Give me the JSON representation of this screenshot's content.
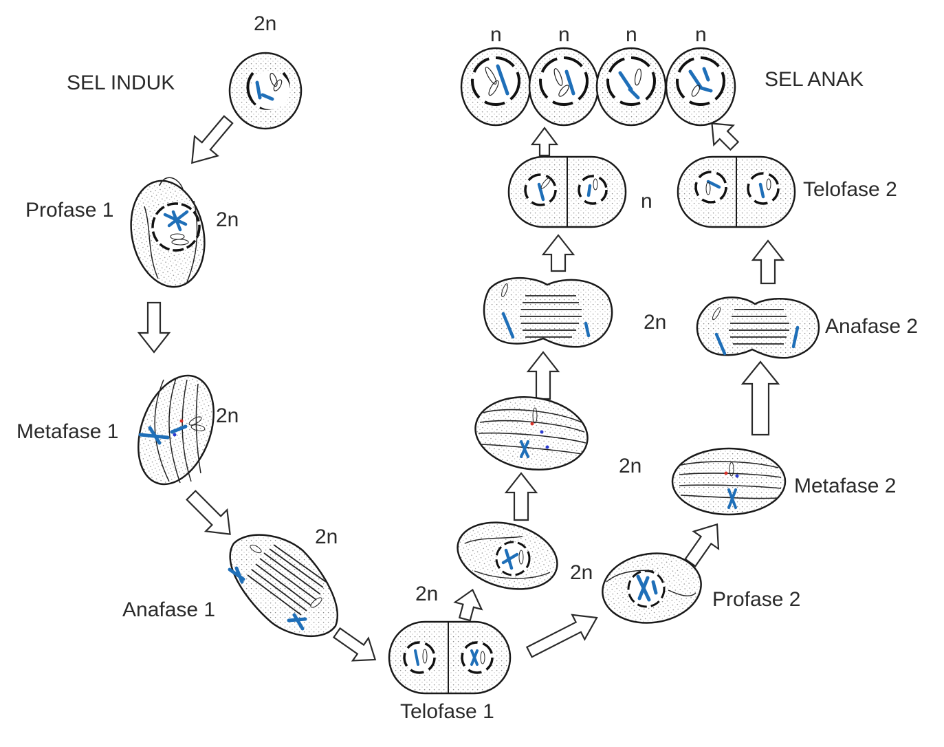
{
  "stages": {
    "sel_induk": "SEL INDUK",
    "profase1": "Profase 1",
    "metafase1": "Metafase 1",
    "anafase1": "Anafase 1",
    "telofase1": "Telofase 1",
    "profase2": "Profase 2",
    "metafase2": "Metafase  2",
    "anafase2": "Anafase 2",
    "telofase2": "Telofase 2",
    "sel_anak": "SEL ANAK"
  },
  "ploidy": {
    "diploid": "2n",
    "haploid": "n"
  },
  "colors": {
    "chromosome": "#1f6fb8",
    "outline": "#1a1a1a",
    "arrow_stroke": "#2a2a2a",
    "centromere_red": "#d9322a",
    "centromere_blue": "#2b3bd1"
  }
}
